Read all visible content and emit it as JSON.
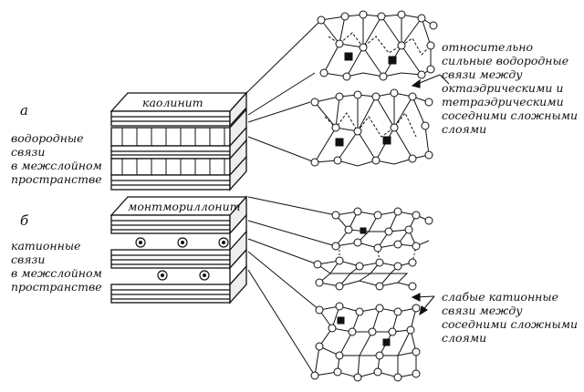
{
  "panel_a": {
    "letter": "а",
    "mineral": "каолинит",
    "bond_label": [
      "водородные",
      "связи",
      "в межслойном",
      "пространстве"
    ],
    "right_label": [
      "относительно",
      "сильные водородные",
      "связи между",
      "октаэдрическими и",
      "тетраэдрическими",
      "соседними сложными",
      "слоями"
    ]
  },
  "panel_b": {
    "letter": "б",
    "mineral": "монтмориллонит",
    "bond_label": [
      "катионные",
      "связи",
      "в межслойном",
      "пространстве"
    ],
    "right_label": [
      "слабые катионные",
      "связи между",
      "соседними сложными",
      "слоями"
    ]
  }
}
